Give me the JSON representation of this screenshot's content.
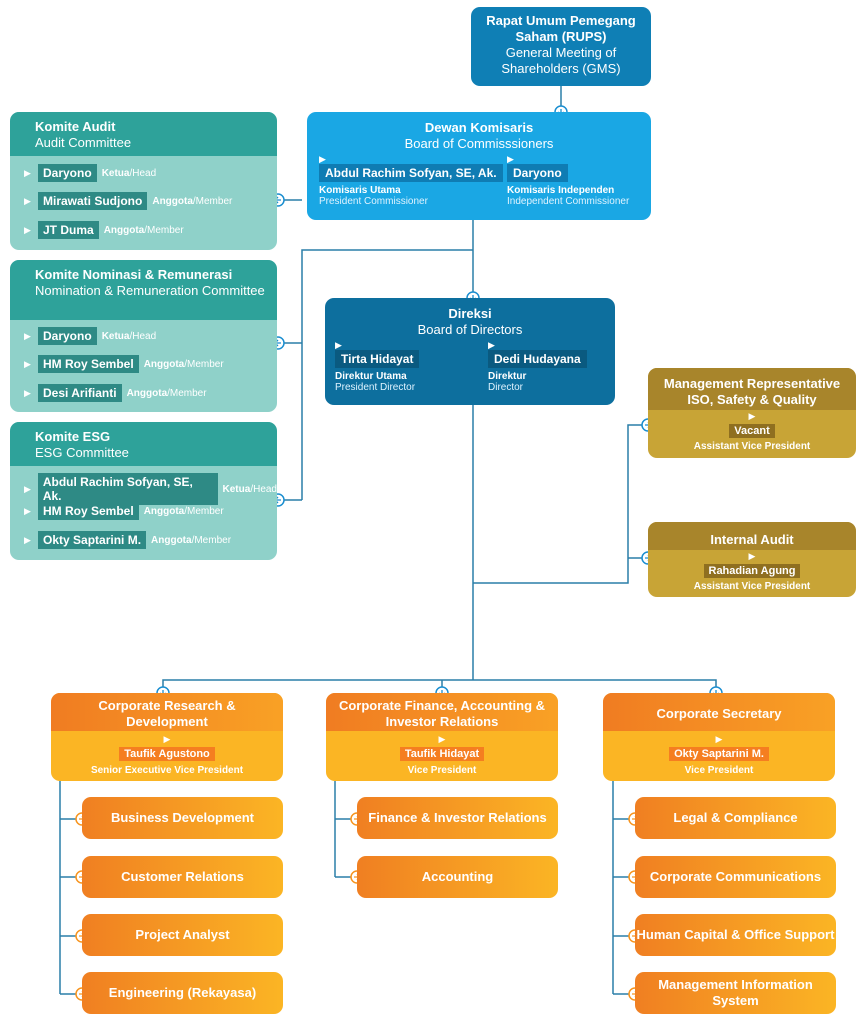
{
  "rups": {
    "title_id": "Rapat Umum Pemegang Saham (RUPS)",
    "title_en": "General Meeting of Shareholders (GMS)"
  },
  "bod_commissioners": {
    "title_id": "Dewan Komisaris",
    "title_en": "Board of Commisssioners",
    "members": [
      {
        "name": "Abdul Rachim Sofyan, SE, Ak.",
        "role_id": "Komisaris Utama",
        "role_en": "President Commissioner"
      },
      {
        "name": "Daryono",
        "role_id": "Komisaris Independen",
        "role_en": "Independent Commissioner"
      }
    ]
  },
  "directors": {
    "title_id": "Direksi",
    "title_en": "Board of Directors",
    "members": [
      {
        "name": "Tirta Hidayat",
        "role_id": "Direktur Utama",
        "role_en": "President Director"
      },
      {
        "name": "Dedi Hudayana",
        "role_id": "Direktur",
        "role_en": "Director"
      }
    ]
  },
  "committees": [
    {
      "title_id": "Komite Audit",
      "title_en": "Audit Committee",
      "members": [
        {
          "name": "Daryono",
          "role_id": "Ketua",
          "role_en": "/Head"
        },
        {
          "name": "Mirawati Sudjono",
          "role_id": "Anggota",
          "role_en": "/Member"
        },
        {
          "name": "JT Duma",
          "role_id": "Anggota",
          "role_en": "/Member"
        }
      ]
    },
    {
      "title_id": "Komite Nominasi & Remunerasi",
      "title_en": "Nomination & Remuneration Committee",
      "members": [
        {
          "name": "Daryono",
          "role_id": "Ketua",
          "role_en": "/Head"
        },
        {
          "name": "HM Roy Sembel",
          "role_id": "Anggota",
          "role_en": "/Member"
        },
        {
          "name": "Desi Arifianti",
          "role_id": "Anggota",
          "role_en": "/Member"
        }
      ]
    },
    {
      "title_id": "Komite ESG",
      "title_en": "ESG Committee",
      "members": [
        {
          "name": "Abdul Rachim Sofyan, SE, Ak.",
          "role_id": "Ketua",
          "role_en": "/Head"
        },
        {
          "name": "HM Roy Sembel",
          "role_id": "Anggota",
          "role_en": "/Member"
        },
        {
          "name": "Okty Saptarini M.",
          "role_id": "Anggota",
          "role_en": "/Member"
        }
      ]
    }
  ],
  "mgmt_rep": {
    "title": "Management Representative ISO, Safety & Quality",
    "name": "Vacant",
    "role": "Assistant Vice President"
  },
  "internal_audit": {
    "title": "Internal Audit",
    "name": "Rahadian Agung",
    "role": "Assistant Vice President"
  },
  "departments": [
    {
      "title": "Corporate Research & Development",
      "name": "Taufik Agustono",
      "role": "Senior Executive Vice President",
      "units": [
        "Business Development",
        "Customer Relations",
        "Project Analyst",
        "Engineering (Rekayasa)"
      ]
    },
    {
      "title": "Corporate Finance, Accounting & Investor Relations",
      "name": "Taufik Hidayat",
      "role": "Vice President",
      "units": [
        "Finance & Investor Relations",
        "Accounting"
      ]
    },
    {
      "title": "Corporate Secretary",
      "name": "Okty Saptarini M.",
      "role": "Vice President",
      "units": [
        "Legal & Compliance",
        "Corporate Communications",
        "Human Capital & Office Support",
        "Management Information System"
      ]
    }
  ],
  "colors": {
    "blue_light": "#1aa7e4",
    "blue_dark": "#0d6f9e",
    "teal": "#8fd1c9",
    "gold": "#c8a436",
    "orange": "#f7941d"
  }
}
